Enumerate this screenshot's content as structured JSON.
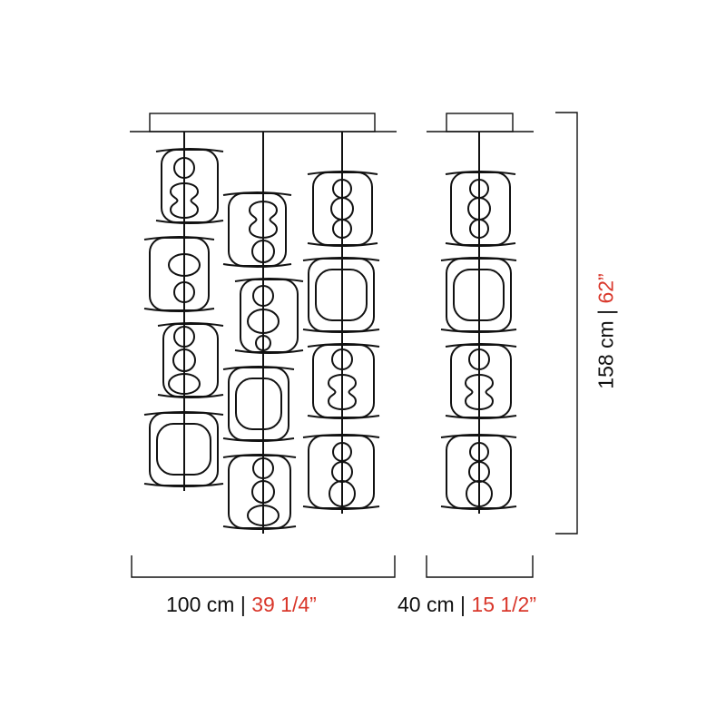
{
  "dimensions": {
    "width_large": {
      "metric": "100 cm",
      "separator": " | ",
      "imperial": "39 1/4”"
    },
    "width_small": {
      "metric": "40 cm",
      "separator": " | ",
      "imperial": "15 1/2”"
    },
    "height": {
      "metric": "158 cm",
      "separator": " | ",
      "imperial": "62”"
    }
  },
  "colors": {
    "line": "#111111",
    "imperial": "#d9372b"
  }
}
